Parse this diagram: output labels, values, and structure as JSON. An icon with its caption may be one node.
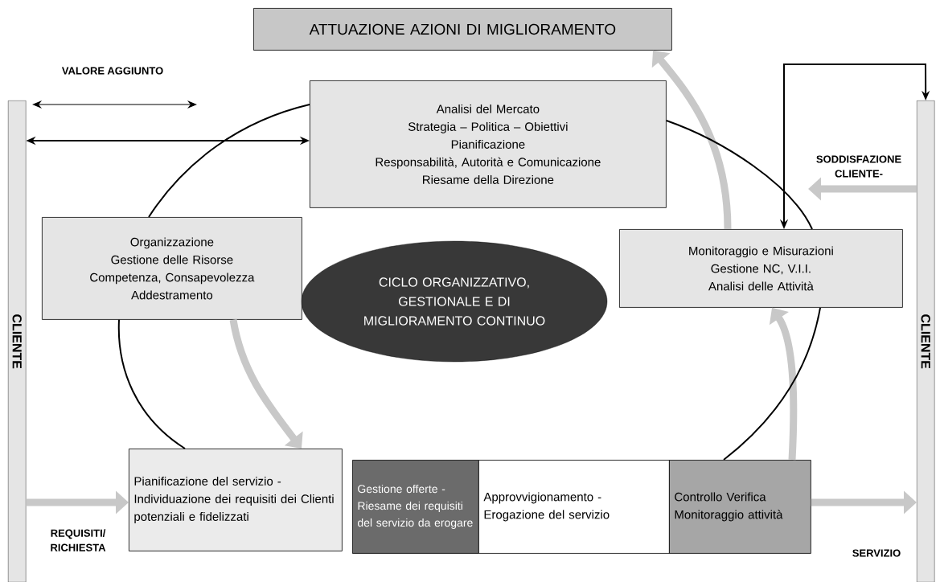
{
  "diagram": {
    "nodes": [
      {
        "text": [
          "ATTUAZIONE AZIONI DI MIGLIORAMENTO"
        ]
      },
      {
        "text": [
          "CLIENTE"
        ]
      },
      {
        "text": [
          "CLIENTE"
        ]
      },
      {
        "text": [
          "Analisi del Mercato",
          "Strategia – Politica – Obiettivi",
          "Pianificazione",
          "Responsabilità, Autorità e Comunicazione",
          "Riesame della Direzione"
        ]
      },
      {
        "text": [
          "Organizzazione",
          "Gestione delle Risorse",
          "Competenza, Consapevolezza",
          "Addestramento"
        ]
      },
      {
        "text": [
          "CICLO ORGANIZZATIVO, GESTIONALE E DI MIGLIORAMENTO CONTINUO"
        ]
      },
      {
        "text": [
          "Monitoraggio e Misurazioni",
          "Gestione NC, V.I.I.",
          "Analisi delle Attività"
        ]
      },
      {
        "text": [
          "Pianificazione del servizio - Individuazione dei requisiti dei Clienti potenziali e fidelizzati"
        ]
      },
      {
        "text": [
          "Gestione offerte - Riesame dei requisiti del servizio da erogare"
        ]
      },
      {
        "text": [
          "Approvvigionamento - Erogazione del servizio"
        ]
      },
      {
        "text": [
          "Controllo Verifica Monitoraggio attività"
        ]
      }
    ],
    "edges": [
      {
        "from": 1,
        "to": 3,
        "arrow": "both"
      },
      {
        "from": 1,
        "to": 7,
        "arrow": "to",
        "label": "REQUISITI/ RICHIESTA",
        "style": "thick",
        "color": "#c8c8c8"
      },
      {
        "from": 10,
        "to": 2,
        "arrow": "to",
        "label": "SERVIZIO",
        "style": "thick",
        "color": "#c8c8c8"
      },
      {
        "from": 2,
        "to": null,
        "arrow": "to",
        "label": "SODDISFAZIONE CLIENTE-",
        "style": "thick",
        "color": "#c8c8c8"
      },
      {
        "from": 6,
        "to": 2,
        "arrow": "both"
      },
      {
        "from": 6,
        "to": 0,
        "arrow": "to",
        "style": "thick",
        "color": "#c8c8c8"
      },
      {
        "from": 4,
        "to": 3,
        "arrow": "none"
      },
      {
        "from": 3,
        "to": 6,
        "arrow": "none"
      },
      {
        "from": 10,
        "to": 6,
        "arrow": "to",
        "style": "thick",
        "color": "#c8c8c8"
      },
      {
        "from": 10,
        "to": 6,
        "arrow": "none"
      },
      {
        "from": 4,
        "to": 7,
        "arrow": "to",
        "style": "thick",
        "color": "#c8c8c8"
      },
      {
        "from": 7,
        "to": 4,
        "arrow": "none"
      }
    ],
    "labels": [
      "VALORE AGGIUNTO"
    ]
  }
}
